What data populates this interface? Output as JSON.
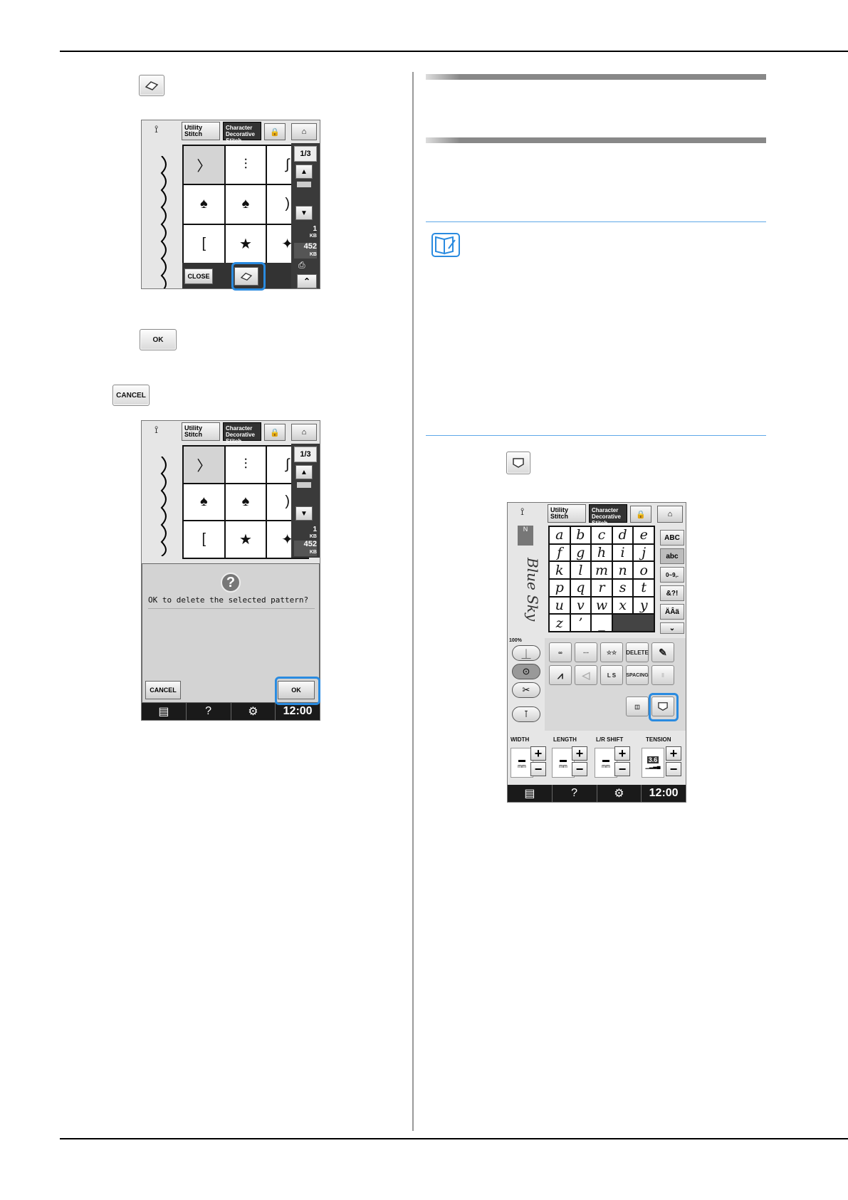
{
  "step1": {
    "icon": "delete-pattern-icon"
  },
  "screen1": {
    "tabs": {
      "utility": "Utility\nStitch",
      "character": "Character\nDecorative\nStitch"
    },
    "page_top": "1",
    "page_bottom": "3",
    "memory_used": "1",
    "memory_used_unit": "KB",
    "memory_free": "452",
    "memory_free_unit": "KB",
    "close_label": "CLOSE",
    "cells": [
      "〉",
      "⫶",
      "∫",
      "♠",
      "♠",
      ")",
      "[",
      "★",
      "✦"
    ]
  },
  "step2": {
    "ok_label": "OK",
    "cancel_label": "CANCEL"
  },
  "screen2": {
    "tabs": {
      "utility": "Utility\nStitch",
      "character": "Character\nDecorative\nStitch"
    },
    "page_top": "1",
    "page_bottom": "3",
    "memory_used": "1",
    "memory_used_unit": "KB",
    "memory_free": "452",
    "memory_free_unit": "KB",
    "dialog_text": "OK to delete the selected pattern?",
    "dialog_icon": "?",
    "cancel_label": "CANCEL",
    "ok_label": "OK",
    "status": {
      "help": "?",
      "time": "12:00"
    }
  },
  "screen3": {
    "tabs": {
      "utility": "Utility\nStitch",
      "character": "Character\nDecorative\nStitch"
    },
    "letters": [
      "a",
      "b",
      "c",
      "d",
      "e",
      "f",
      "g",
      "h",
      "i",
      "j",
      "k",
      "l",
      "m",
      "n",
      "o",
      "p",
      "q",
      "r",
      "s",
      "t",
      "u",
      "v",
      "w",
      "x",
      "y",
      "z",
      "’",
      "_"
    ],
    "side": [
      "ABC",
      "abc",
      "0~9,.",
      "&?!",
      "ÄÂä"
    ],
    "preview_text": "Blue Sky",
    "zoom": "100%",
    "delete_label": "DELETE",
    "spacing_label": "SPACING",
    "ls_label": "L S",
    "labels": {
      "width": "WIDTH",
      "length": "LENGTH",
      "shift": "L/R SHIFT",
      "tension": "TENSION"
    },
    "tension_value": "3.6",
    "mm": "mm",
    "status": {
      "help": "?",
      "time": "12:00"
    }
  },
  "colors": {
    "highlight": "#2a8be0",
    "rule_blue": "#5fa8e8"
  }
}
